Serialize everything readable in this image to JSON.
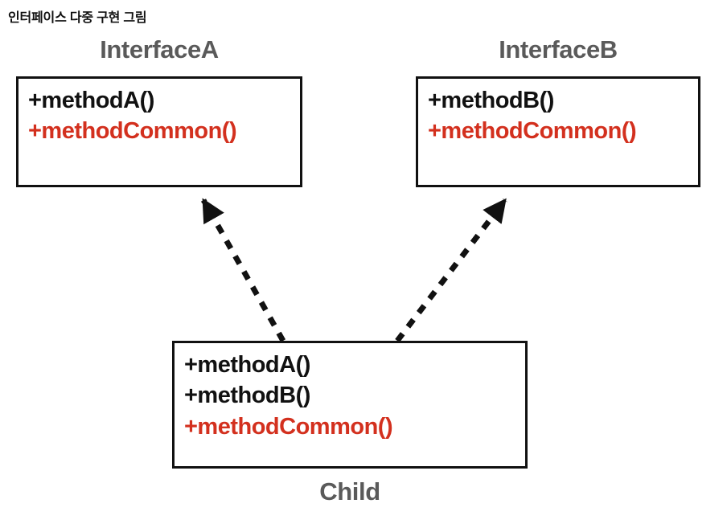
{
  "figure": {
    "caption": "인터페이스 다중 구현 그림",
    "type": "uml-class-diagram",
    "colors": {
      "overridden_member": "#D3301E",
      "normal_member": "#111111",
      "box_label": "#5A5A5A",
      "box_border": "#111111",
      "background": "#FFFFFF"
    }
  },
  "nodes": {
    "interface_a": {
      "label": "InterfaceA",
      "members": [
        {
          "text": "+methodA()",
          "color": "black"
        },
        {
          "text": "+methodCommon()",
          "color": "red"
        }
      ]
    },
    "interface_b": {
      "label": "InterfaceB",
      "members": [
        {
          "text": "+methodB()",
          "color": "black"
        },
        {
          "text": "+methodCommon()",
          "color": "red"
        }
      ]
    },
    "child": {
      "label": "Child",
      "members": [
        {
          "text": "+methodA()",
          "color": "black"
        },
        {
          "text": "+methodB()",
          "color": "black"
        },
        {
          "text": "+methodCommon()",
          "color": "red"
        }
      ]
    }
  },
  "edges": [
    {
      "name": "child-implements-interface-a",
      "from": "child",
      "to": "interface_a",
      "style": "dashed",
      "arrowhead": "solid-triangle"
    },
    {
      "name": "child-implements-interface-b",
      "from": "child",
      "to": "interface_b",
      "style": "dashed",
      "arrowhead": "solid-triangle"
    }
  ]
}
